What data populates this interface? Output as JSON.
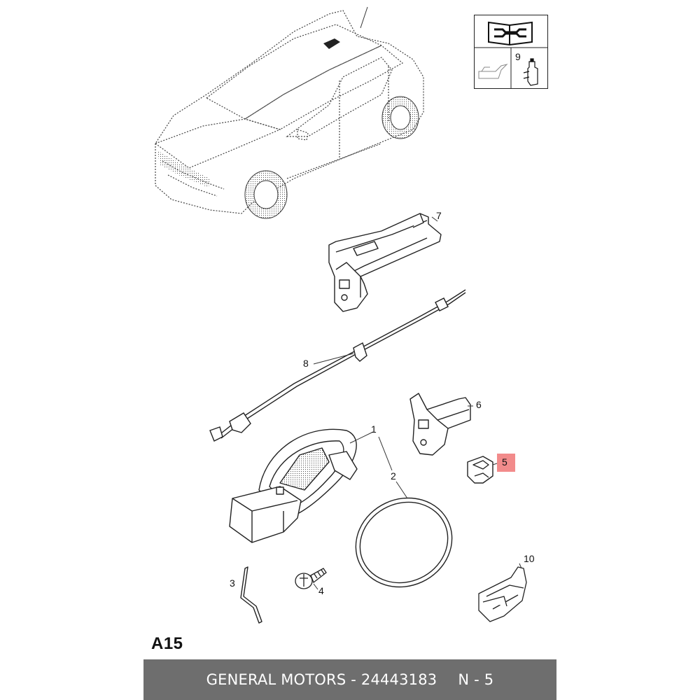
{
  "diagram": {
    "section_code": "A15",
    "callouts": [
      {
        "id": "1",
        "label": "1"
      },
      {
        "id": "2",
        "label": "2"
      },
      {
        "id": "3",
        "label": "3"
      },
      {
        "id": "4",
        "label": "4"
      },
      {
        "id": "5",
        "label": "5",
        "highlighted": true
      },
      {
        "id": "6",
        "label": "6"
      },
      {
        "id": "7",
        "label": "7"
      },
      {
        "id": "8",
        "label": "8"
      },
      {
        "id": "9",
        "label": "9"
      },
      {
        "id": "10",
        "label": "10"
      }
    ],
    "highlight_color": "#f28b8b"
  },
  "reference_box": {
    "label": "9"
  },
  "footer": {
    "manufacturer_part": "GENERAL MOTORS - 24443183",
    "position": "N - 5"
  }
}
